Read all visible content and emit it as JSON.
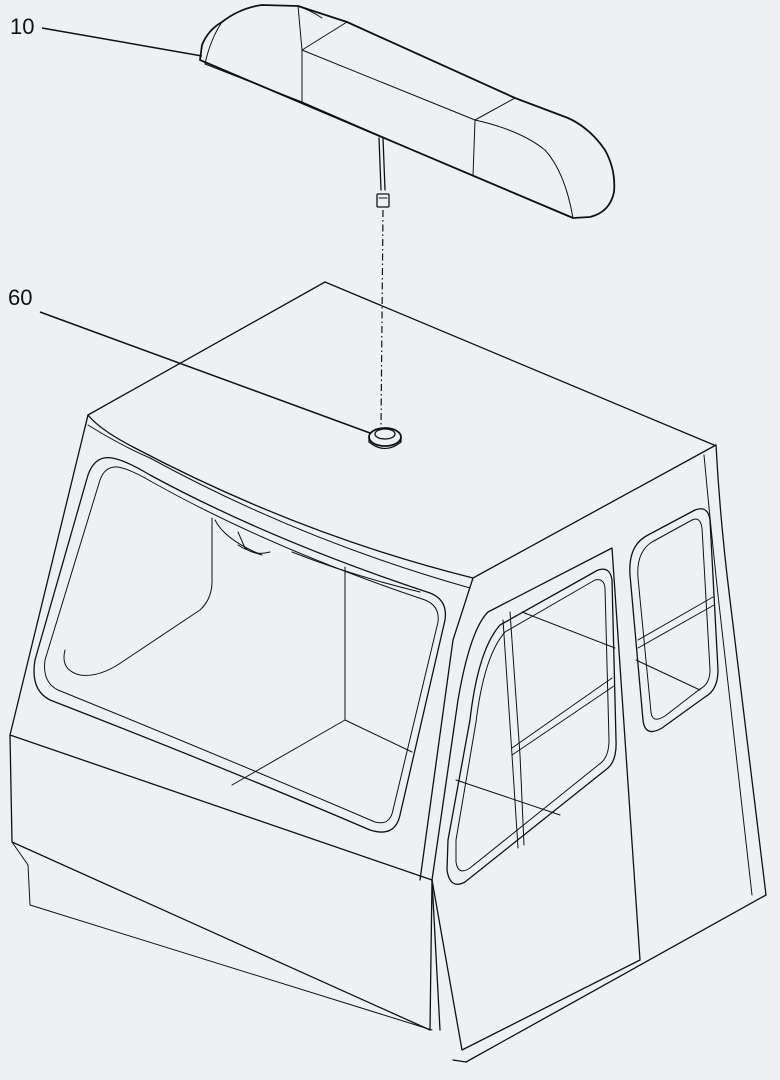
{
  "callouts": [
    {
      "id": "10",
      "label": "10",
      "part": "light-bar"
    },
    {
      "id": "60",
      "label": "60",
      "part": "grommet"
    }
  ],
  "colors": {
    "background": "#eef1f4",
    "line": "#111111"
  }
}
